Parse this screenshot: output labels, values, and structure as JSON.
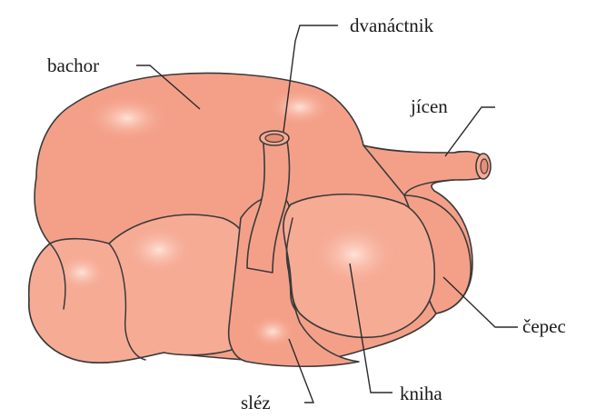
{
  "labels": {
    "bachor": "bachor",
    "dvanactnik": "dvanáctnik",
    "jicen": "jícen",
    "cepec": "čepec",
    "slez": "sléz",
    "kniha": "kniha"
  },
  "colors": {
    "organ_fill": "#f4a089",
    "highlight": "#ffe4da",
    "outline": "#3a3a3a"
  }
}
